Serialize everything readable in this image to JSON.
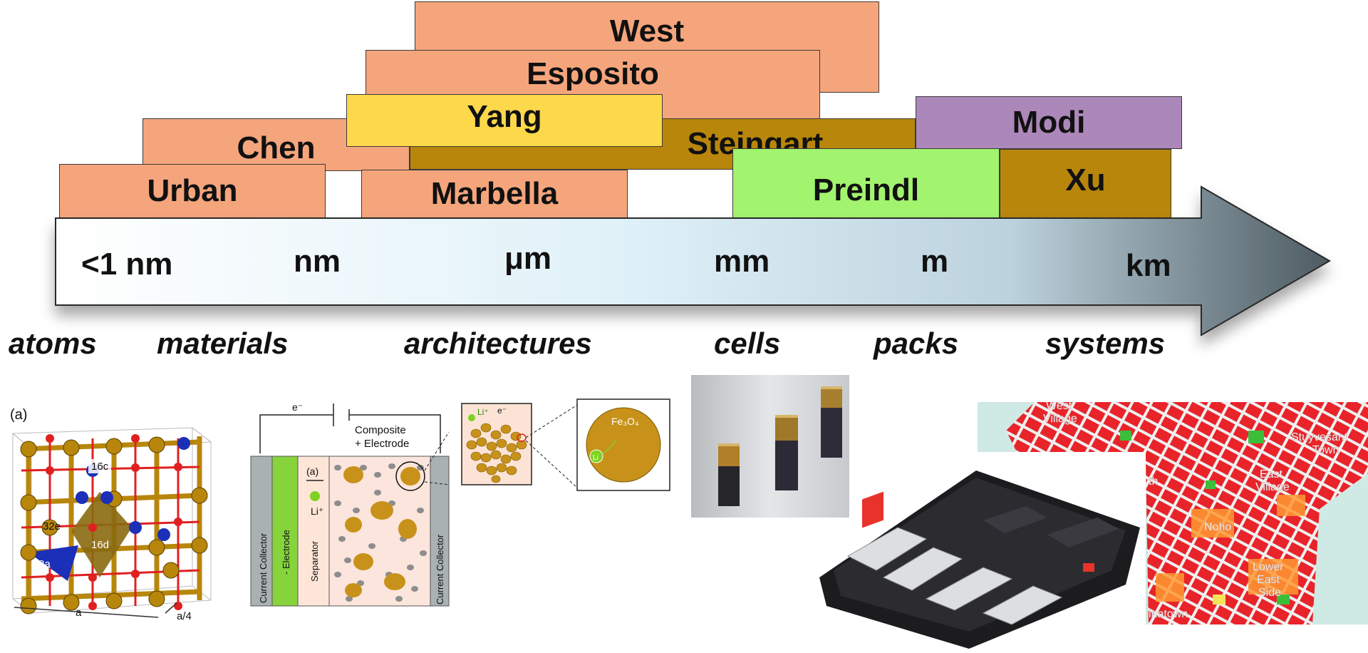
{
  "researchers": {
    "west": "West",
    "esposito": "Esposito",
    "yang": "Yang",
    "chen": "Chen",
    "steingart": "Steingart",
    "modi": "Modi",
    "urban": "Urban",
    "marbella": "Marbella",
    "preindl": "Preindl",
    "xu": "Xu"
  },
  "scale_units": [
    "<1 nm",
    "nm",
    "μm",
    "mm",
    "m",
    "km"
  ],
  "categories": [
    "atoms",
    "materials",
    "architectures",
    "cells",
    "packs",
    "systems"
  ],
  "crystal": {
    "panel_label": "(a)",
    "site_16c": "16c",
    "site_32e": "32e",
    "site_16d": "16d",
    "site_8a": "8a",
    "axis_a": "a",
    "axis_a4": "a/4"
  },
  "electrode": {
    "electron_label": "e⁻",
    "composite_label_1": "Composite",
    "composite_label_2": "+ Electrode",
    "panel_label": "(a)",
    "li_label": "Li⁺",
    "current_collector_left": "Current Collector",
    "neg_electrode": "- Electrode",
    "separator": "Separator",
    "current_collector_right": "Current Collector",
    "zoom_li": "Li⁺",
    "zoom_e": "e⁻",
    "particle_label": "Fe₃O₄",
    "particle_li": "Li"
  },
  "map_labels": {
    "west_village_1": "West",
    "west_village_2": "Village",
    "stuyvesant_1": "Stuyvesant",
    "stuyvesant_2": "Town",
    "east_village_1": "East",
    "east_village_2": "Village",
    "noho": "Noho",
    "les_1": "Lower",
    "les_2": "East",
    "les_3": "Side",
    "chinatown": "inatown",
    "th": "th"
  },
  "colors": {
    "salmon": "#f5a57c",
    "yellow": "#fdd84a",
    "gold": "#b8860b",
    "green": "#a2f36e",
    "purple": "#ac87b9"
  }
}
